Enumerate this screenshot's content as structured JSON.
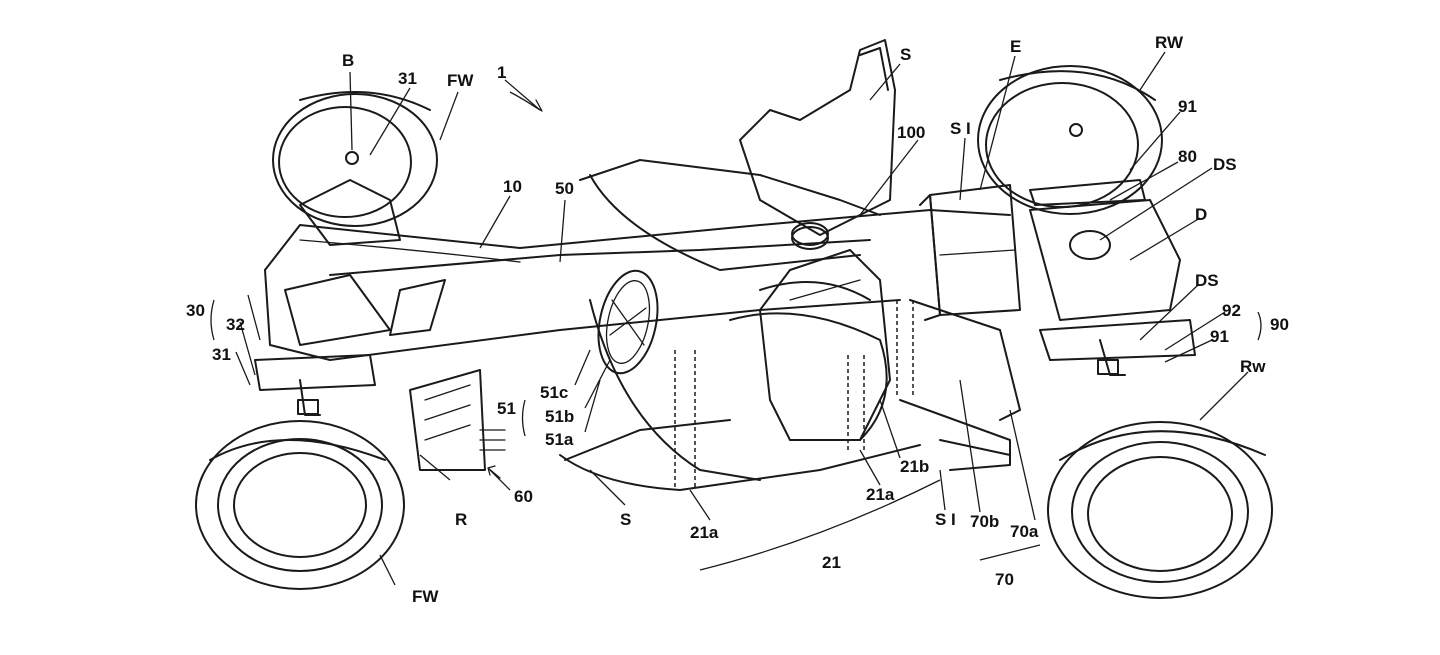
{
  "figure": {
    "labels": {
      "fig_number": "1",
      "B": "B",
      "31_top": "31",
      "FW_top": "FW",
      "10": "10",
      "50": "50",
      "S_top": "S",
      "100": "100",
      "SI_top": "S I",
      "E": "E",
      "RW_top": "RW",
      "91_top": "91",
      "80": "80",
      "DS_top": "DS",
      "D": "D",
      "DS_mid": "DS",
      "92": "92",
      "90": "90",
      "91_mid": "91",
      "Rw": "Rw",
      "30": "30",
      "32": "32",
      "31_left": "31",
      "51c": "51c",
      "51b": "51b",
      "51": "51",
      "51a": "51a",
      "R": "R",
      "60": "60",
      "S_bottom": "S",
      "21a_left": "21a",
      "21a_mid": "21a",
      "21b": "21b",
      "SI_bottom": "S I",
      "70b": "70b",
      "70a": "70a",
      "21": "21",
      "70": "70",
      "FW_bottom": "FW"
    }
  }
}
